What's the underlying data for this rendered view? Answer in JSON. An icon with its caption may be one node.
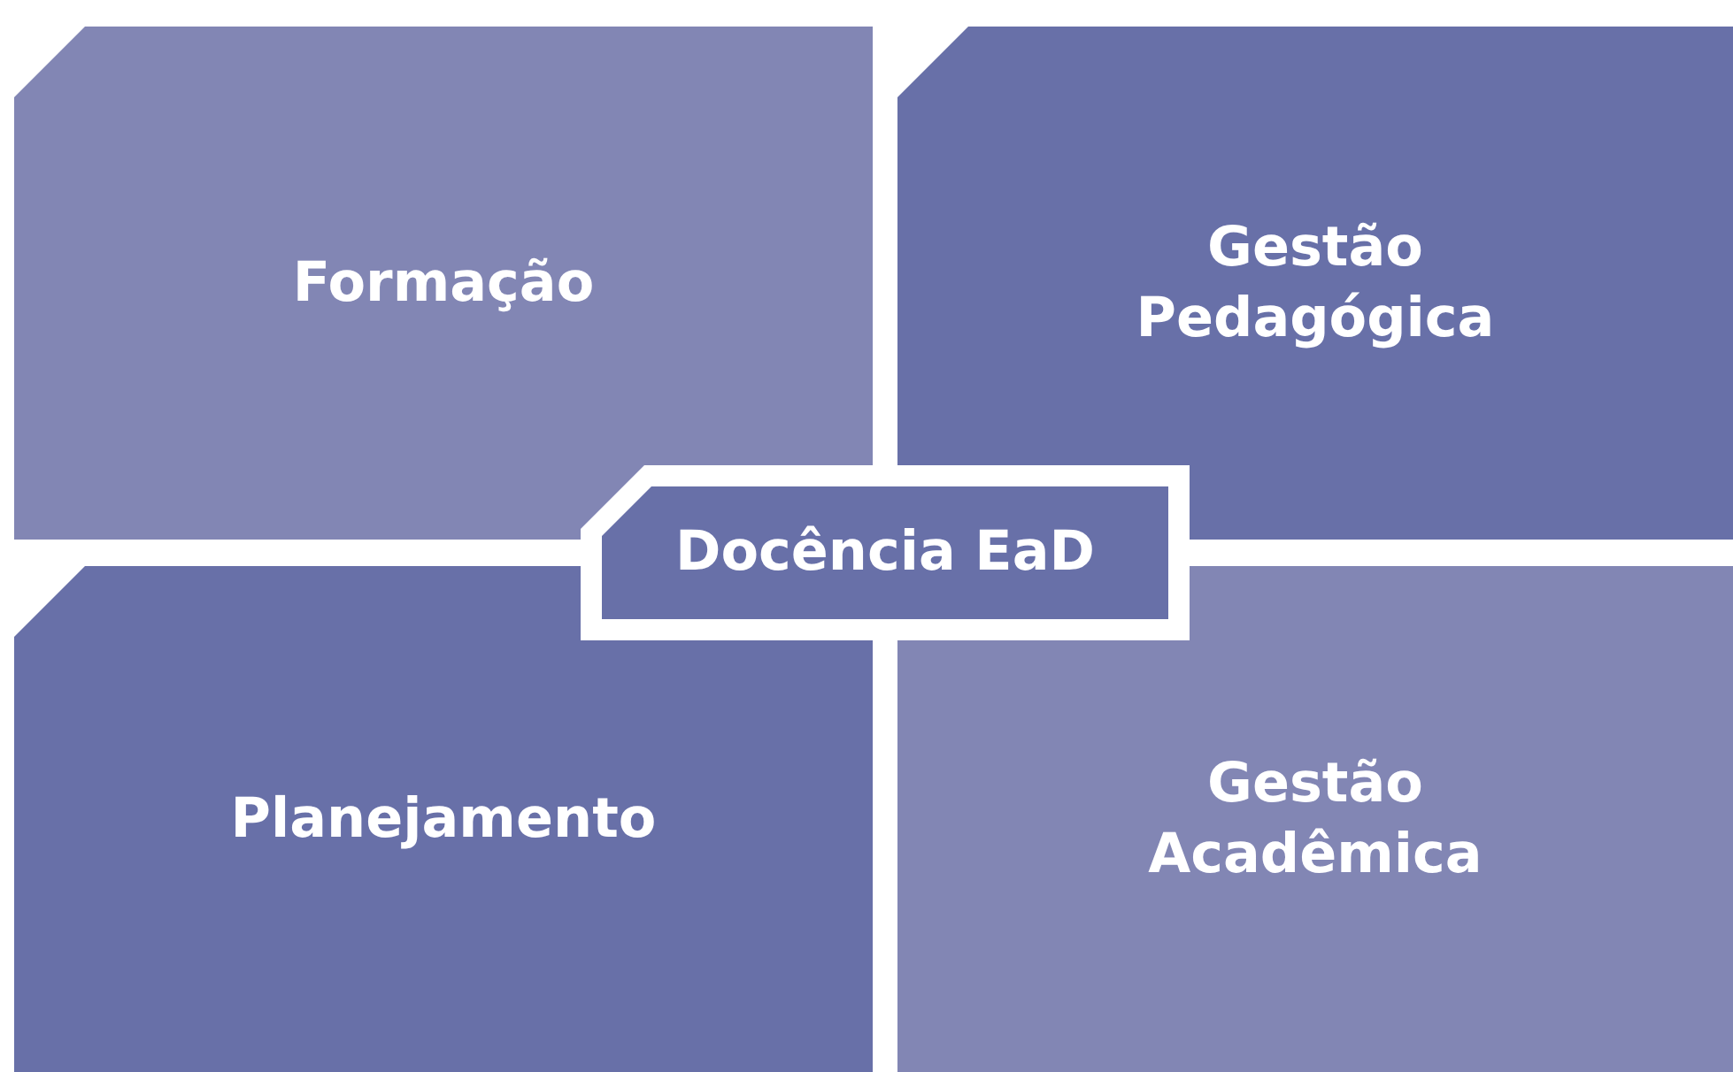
{
  "diagram": {
    "nodes": [
      {
        "text": [
          "Formação"
        ]
      },
      {
        "text": [
          "Gestão Pedagógica"
        ]
      },
      {
        "text": [
          "Docência EaD"
        ]
      },
      {
        "text": [
          "Planejamento"
        ]
      },
      {
        "text": [
          "Gestão Acadêmica"
        ]
      }
    ]
  }
}
